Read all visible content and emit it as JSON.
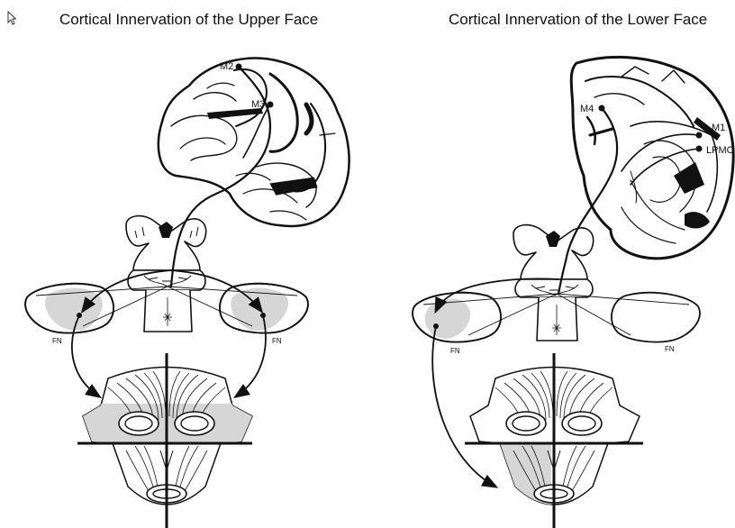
{
  "titles": {
    "upper_face": "Cortical Innervation of the Upper Face",
    "lower_face": "Cortical Innervation of the Lower Face"
  },
  "labels": {
    "m2": "M2",
    "m3": "M3",
    "m4": "M4",
    "m1": "M1",
    "lpmc": "LPMC",
    "fn": "FN"
  },
  "icons": {
    "cursor": "arrow-cursor-icon"
  },
  "colors": {
    "ink": "#111111",
    "shade": "#d6d6d6",
    "background": "#ffffff"
  }
}
